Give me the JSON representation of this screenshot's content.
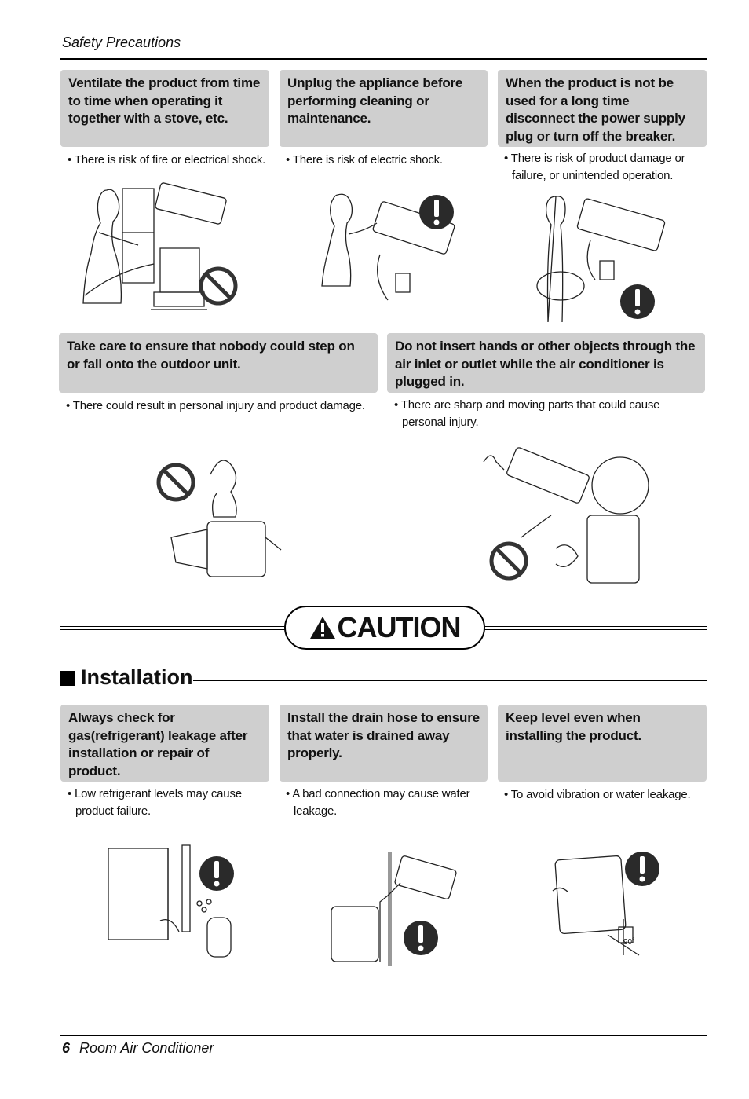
{
  "header": {
    "title": "Safety Precautions"
  },
  "top_row": [
    {
      "title": "Ventilate the product from time to time when operating it together with a stove, etc.",
      "note_lines": [
        "• There is risk of fire or electrical shock."
      ]
    },
    {
      "title": "Unplug the appliance before performing cleaning or maintenance.",
      "note_lines": [
        "• There is risk of electric shock."
      ]
    },
    {
      "title": "When the product is not be used for a long time disconnect the power supply plug or turn off the breaker.",
      "note_lines": [
        "• There is risk of product damage or",
        "failure, or unintended operation."
      ]
    }
  ],
  "mid_row": [
    {
      "title": "Take care to ensure that nobody could step on or fall onto the outdoor unit.",
      "note_lines": [
        "• There could result in personal injury and product damage."
      ]
    },
    {
      "title": "Do not insert hands or other objects through the air inlet or outlet while the air conditioner is plugged in.",
      "note_lines": [
        "• There are sharp and moving parts that could cause",
        "personal injury."
      ]
    }
  ],
  "caution": {
    "label": "CAUTION"
  },
  "section": {
    "title": "Installation"
  },
  "install_row": [
    {
      "title": "Always check for gas(refrigerant) leakage after installation or repair of product.",
      "note_lines": [
        "• Low refrigerant levels may cause",
        "product failure."
      ]
    },
    {
      "title": "Install the drain hose to ensure that water is drained away properly.",
      "note_lines": [
        "• A bad connection may cause water",
        "leakage."
      ]
    },
    {
      "title": "Keep level even when installing the product.",
      "note_lines": [
        "• To avoid vibration or water leakage."
      ],
      "angle_label": "90˚"
    }
  ],
  "footer": {
    "page_number": "6",
    "title": "Room Air Conditioner"
  },
  "icons": {
    "warning": "exclamation-mark-circle-icon",
    "prohibited": "prohibition-circle-icon",
    "caution": "warning-triangle-icon"
  },
  "colors": {
    "box_bg": "#cfcfcf",
    "text": "#111111",
    "icon_fill": "#2a2a2a"
  }
}
